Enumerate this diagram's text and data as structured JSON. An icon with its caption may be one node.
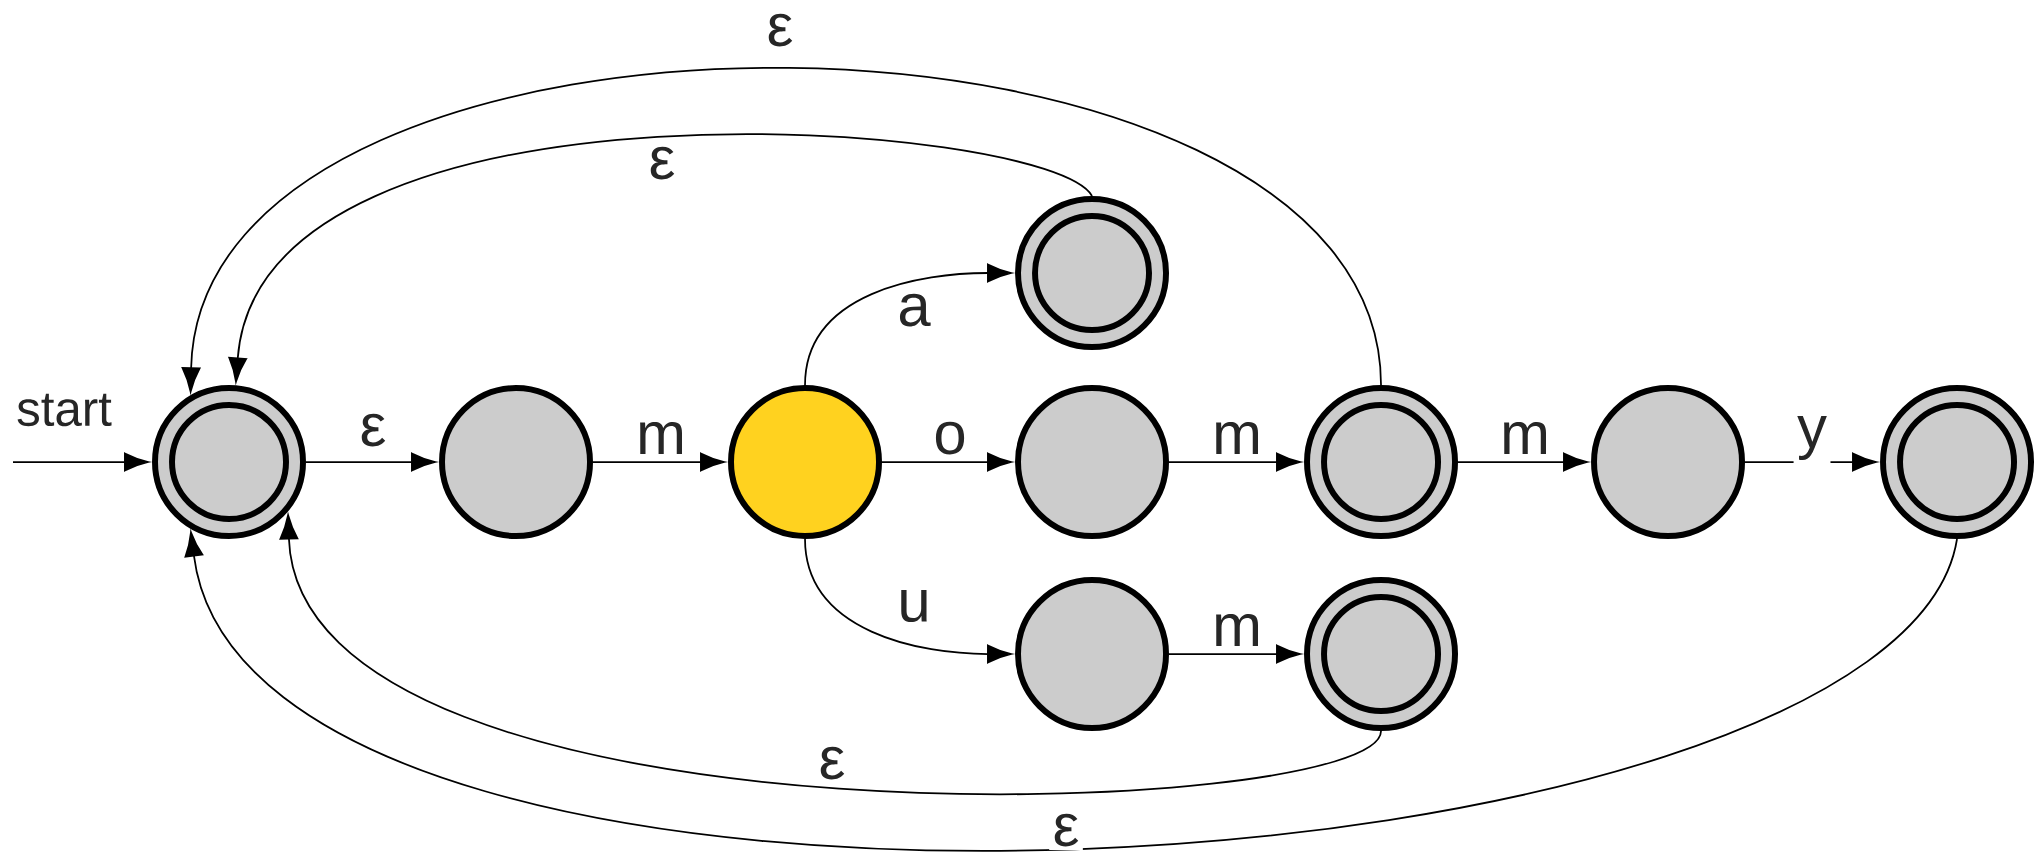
{
  "diagram": {
    "nodes": [
      {
        "text": [],
        "shape": "double-circle"
      },
      {
        "text": [],
        "shape": "circle"
      },
      {
        "text": [],
        "shape": "circle"
      },
      {
        "text": [],
        "shape": "double-circle"
      },
      {
        "text": [],
        "shape": "circle"
      },
      {
        "text": [],
        "shape": "double-circle"
      },
      {
        "text": [],
        "shape": "circle"
      },
      {
        "text": [],
        "shape": "double-circle"
      },
      {
        "text": [],
        "shape": "circle"
      },
      {
        "text": [],
        "shape": "double-circle"
      }
    ],
    "edges": [
      {
        "from": null,
        "to": 0,
        "arrow": "to",
        "label": "start"
      },
      {
        "from": 0,
        "to": 1,
        "arrow": "to",
        "label": "ε"
      },
      {
        "from": 1,
        "to": 2,
        "arrow": "to",
        "label": "m"
      },
      {
        "from": 2,
        "to": 3,
        "arrow": "to",
        "label": "a"
      },
      {
        "from": 2,
        "to": 4,
        "arrow": "to",
        "label": "o"
      },
      {
        "from": 2,
        "to": 8,
        "arrow": "to",
        "label": "u"
      },
      {
        "from": 4,
        "to": 5,
        "arrow": "to",
        "label": "m"
      },
      {
        "from": 5,
        "to": 6,
        "arrow": "to",
        "label": "m"
      },
      {
        "from": 6,
        "to": 7,
        "arrow": "to",
        "label": "y"
      },
      {
        "from": 8,
        "to": 9,
        "arrow": "to",
        "label": "m"
      },
      {
        "from": 3,
        "to": 0,
        "arrow": "to",
        "label": "ε"
      },
      {
        "from": 5,
        "to": 0,
        "arrow": "to",
        "label": "ε"
      },
      {
        "from": 9,
        "to": 0,
        "arrow": "to",
        "label": "ε"
      },
      {
        "from": 7,
        "to": 0,
        "arrow": "to",
        "label": "ε"
      }
    ]
  }
}
